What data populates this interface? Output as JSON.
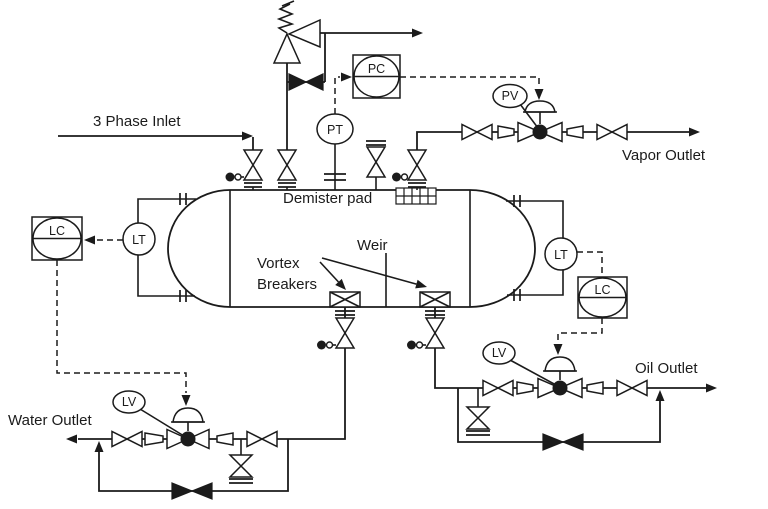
{
  "diagram": {
    "kind": "three-phase-separator-pid",
    "labels": {
      "inlet": "3 Phase Inlet",
      "vapor_outlet": "Vapor Outlet",
      "oil_outlet": "Oil Outlet",
      "water_outlet": "Water Outlet",
      "demister_pad": "Demister pad",
      "weir": "Weir",
      "vortex_breakers": [
        "Vortex",
        "Breakers"
      ]
    },
    "instruments": {
      "pc": "PC",
      "pt": "PT",
      "pv": "PV",
      "lt_left": "LT",
      "lc_left": "LC",
      "lt_right": "LT",
      "lc_right": "LC",
      "lv_water": "LV",
      "lv_oil": "LV"
    },
    "colors": {
      "line": "#1b1b1b",
      "background": "#ffffff"
    }
  }
}
